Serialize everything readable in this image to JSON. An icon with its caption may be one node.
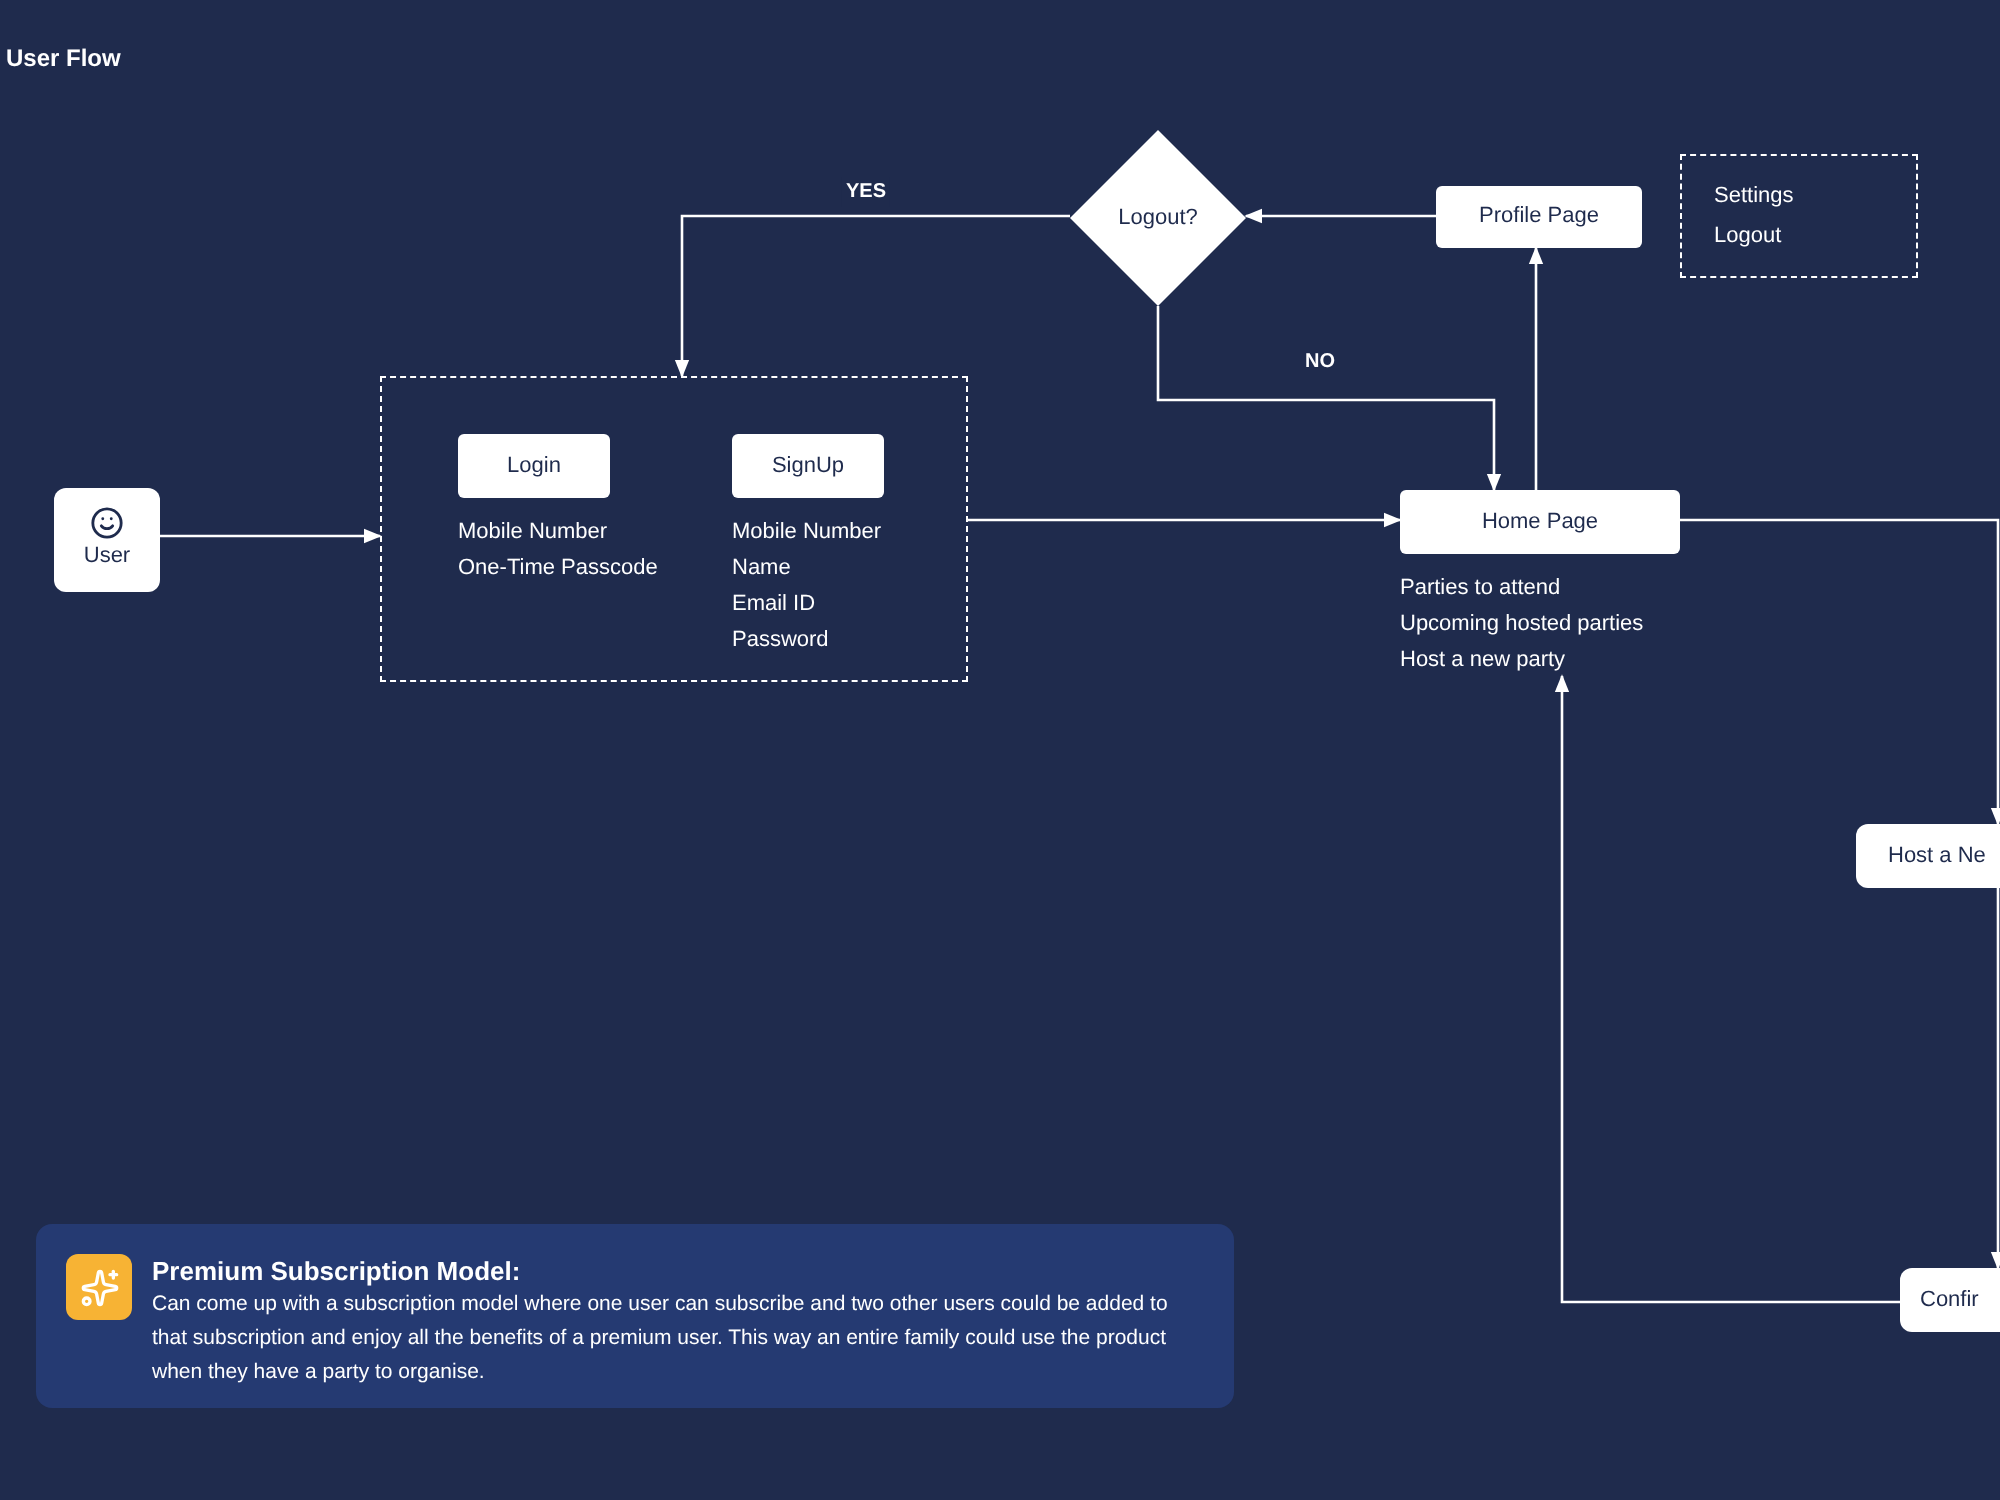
{
  "diagram": {
    "title": "User Flow",
    "nodes": [
      {
        "text": [
          "User"
        ]
      },
      {
        "text": [],
        "shape": "box"
      },
      {
        "text": [
          "Login"
        ],
        "in": 1,
        "beside": [
          "Mobile Number",
          "One-Time Passcode"
        ]
      },
      {
        "text": [
          "SignUp"
        ],
        "in": 1,
        "beside": [
          "Mobile Number",
          "Name",
          "Email ID",
          "Password"
        ]
      },
      {
        "text": [
          "Logout?"
        ]
      },
      {
        "text": [
          "Profile Page"
        ]
      },
      {
        "text": [
          "Settings",
          "Logout"
        ]
      },
      {
        "text": [
          "Home Page"
        ],
        "beside": [
          "Parties to attend",
          "Upcoming hosted parties",
          "Host a new party"
        ]
      },
      {
        "text": [
          "Host a Ne"
        ]
      },
      {
        "text": [
          "Confir"
        ]
      },
      {
        "text": [
          "Premium Subscription Model:",
          "Can come up with a subscription model where one user can subscribe and two other users could be added to that subscription and enjoy all the benefits of a premium user. This way an entire family could use the product when they have a party to organise."
        ]
      }
    ],
    "edges": [
      {
        "from": 0,
        "to": 1,
        "arrow": "to"
      },
      {
        "from": 1,
        "to": 7,
        "arrow": "to"
      },
      {
        "from": 7,
        "to": 5,
        "arrow": "to"
      },
      {
        "from": 5,
        "to": 4,
        "arrow": "to"
      },
      {
        "from": 4,
        "to": 1,
        "arrow": "to",
        "label": "YES"
      },
      {
        "from": 4,
        "to": 7,
        "arrow": "to",
        "label": "NO"
      },
      {
        "from": 7,
        "to": 8,
        "arrow": "to"
      },
      {
        "from": 8,
        "to": 9,
        "arrow": "to"
      },
      {
        "from": 9,
        "to": 7,
        "arrow": "to"
      }
    ]
  }
}
